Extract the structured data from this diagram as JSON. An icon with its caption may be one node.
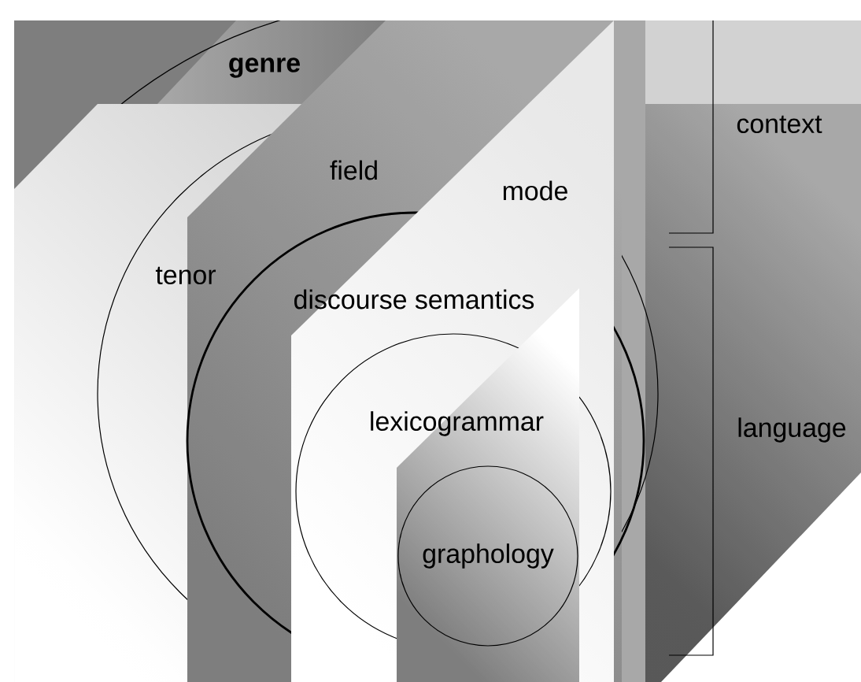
{
  "diagram": {
    "nodes": [
      {
        "text": [
          "genre"
        ]
      },
      {
        "text": [
          "tenor",
          "field",
          "mode"
        ],
        "in": 0
      },
      {
        "text": [
          "discourse semantics"
        ],
        "in": 1
      },
      {
        "text": [
          "lexicogrammar"
        ],
        "in": 2
      },
      {
        "text": [
          "graphology"
        ],
        "in": 3
      }
    ],
    "labels": [
      "context",
      "language"
    ]
  }
}
